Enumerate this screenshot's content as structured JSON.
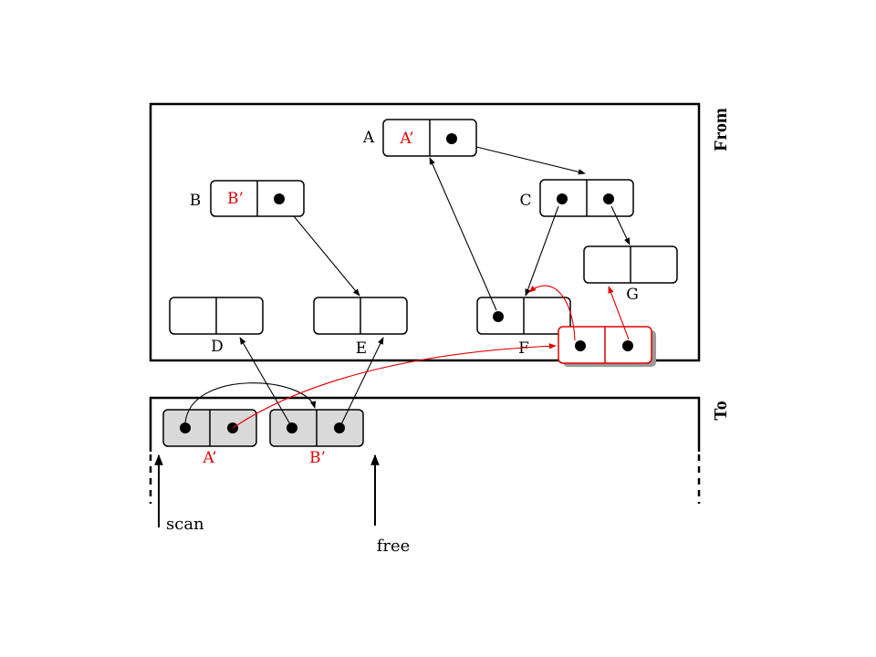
{
  "spaces": {
    "from_label": "From",
    "to_label": "To"
  },
  "nodes": {
    "A": {
      "name": "A",
      "left_text": "A’"
    },
    "B": {
      "name": "B",
      "left_text": "B’"
    },
    "C": {
      "name": "C"
    },
    "D": {
      "name": "D"
    },
    "E": {
      "name": "E"
    },
    "F": {
      "name": "F"
    },
    "G": {
      "name": "G"
    }
  },
  "copies": {
    "A_copy": {
      "label": "A’"
    },
    "B_copy": {
      "label": "B’"
    }
  },
  "pointers": {
    "scan_label": "scan",
    "free_label": "free"
  },
  "colors": {
    "ink": "#000000",
    "highlight": "#e00000",
    "copy_fill": "#d9d9d9",
    "shadow": "#9a9a9a"
  }
}
